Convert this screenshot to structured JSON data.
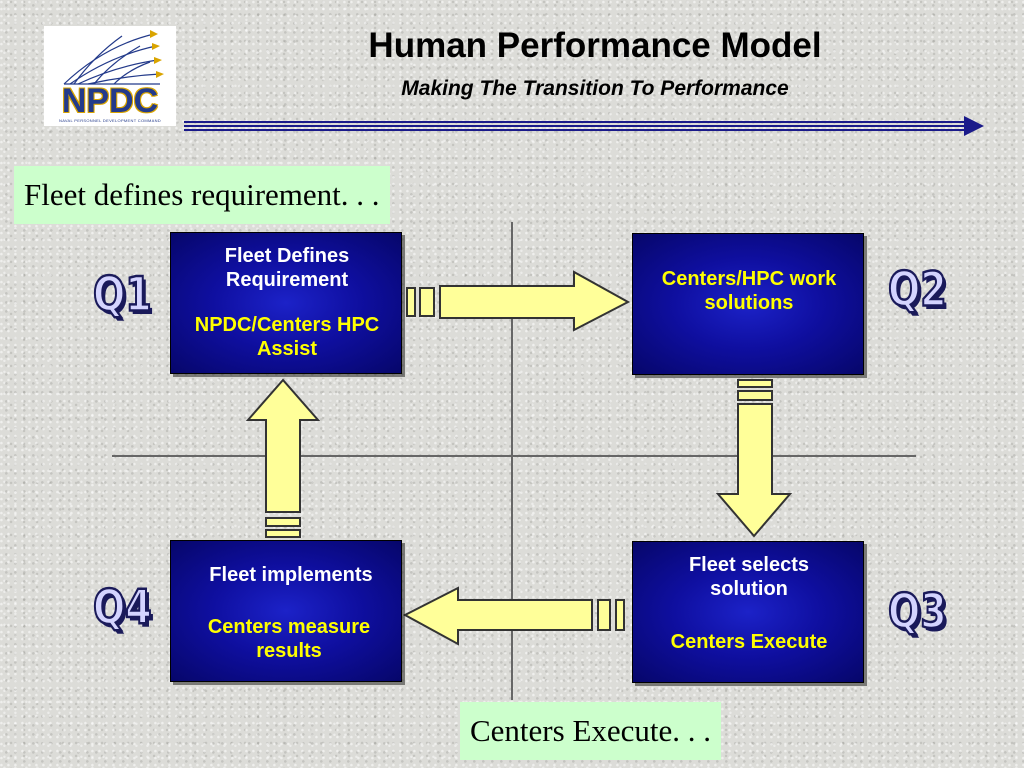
{
  "header": {
    "title": "Human Performance Model",
    "subtitle": "Making The Transition To Performance"
  },
  "logo": {
    "text": "NPDC",
    "subtext": "NAVAL PERSONNEL DEVELOPMENT COMMAND"
  },
  "callouts": {
    "top": "Fleet defines requirement. . .",
    "bottom": "Centers Execute. . ."
  },
  "quadrants": {
    "q1": {
      "label": "Q1",
      "line1": "Fleet Defines Requirement",
      "line2": "NPDC/Centers HPC Assist"
    },
    "q2": {
      "label": "Q2",
      "line1": "Centers/HPC work solutions"
    },
    "q3": {
      "label": "Q3",
      "line1": "Fleet selects solution",
      "line2": "Centers Execute"
    },
    "q4": {
      "label": "Q4",
      "line1": "Fleet implements",
      "line2": "Centers measure results"
    }
  },
  "colors": {
    "box_fill": "#0f0fa0",
    "arrow_fill": "#ffff99",
    "callout_fill": "#ccffcc",
    "highlight_text": "#ffff00",
    "title_rule": "#1a1a8a"
  }
}
